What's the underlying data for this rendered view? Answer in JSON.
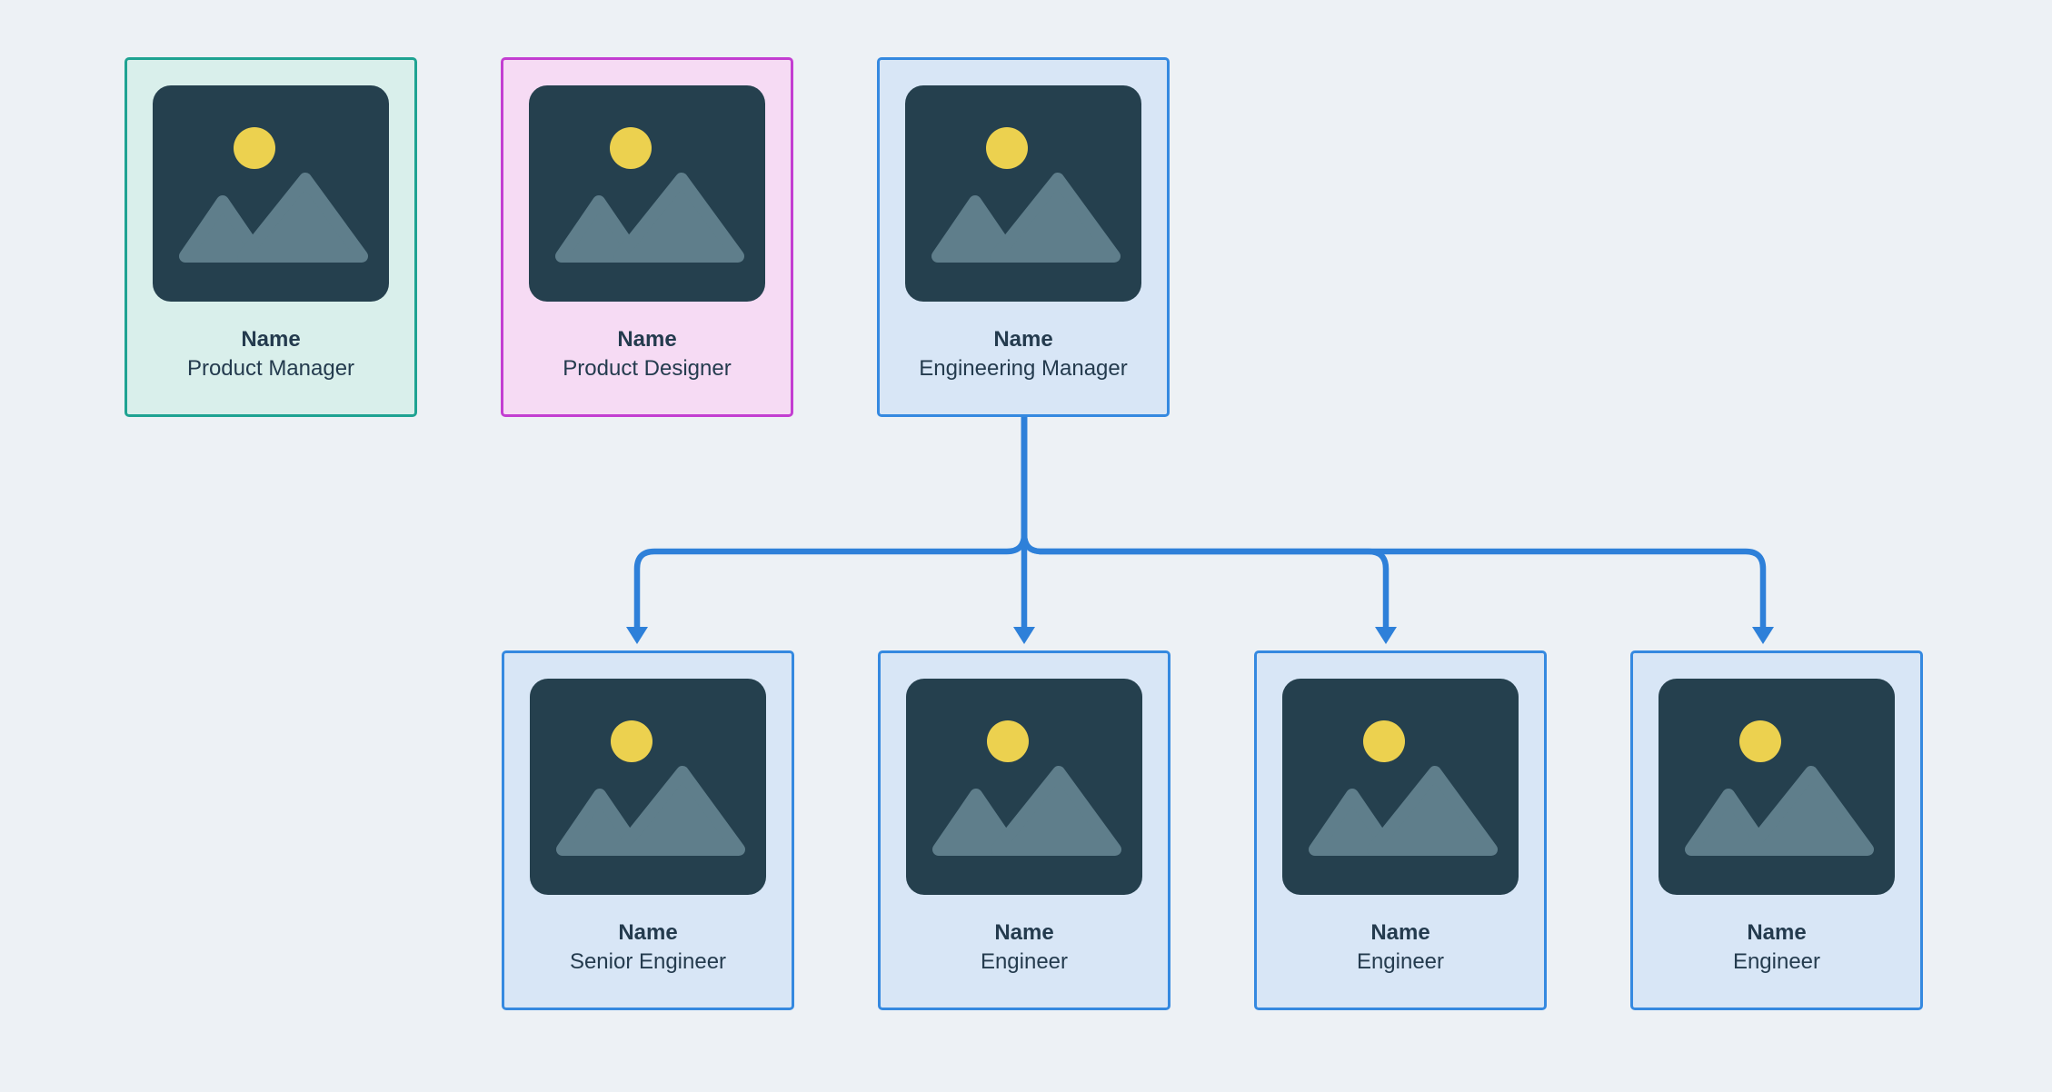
{
  "diagram": {
    "type": "org-chart",
    "background_color": "#edf1f5",
    "connector_color": "#2e80d9",
    "text_color": "#243b4e",
    "image_placeholder": {
      "icon": "image-placeholder-icon",
      "background": "#25404e",
      "sun_color": "#ecd14f",
      "mountain_color": "#5f7e8b"
    },
    "cards": [
      {
        "id": "product-manager",
        "name": "Name",
        "role": "Product Manager",
        "accent": "#1fa392",
        "fill": "#d9efeb"
      },
      {
        "id": "product-designer",
        "name": "Name",
        "role": "Product Designer",
        "accent": "#c33ed1",
        "fill": "#f6dbf4"
      },
      {
        "id": "engineering-manager",
        "name": "Name",
        "role": "Engineering Manager",
        "accent": "#3589e0",
        "fill": "#d8e6f6"
      },
      {
        "id": "senior-engineer",
        "name": "Name",
        "role": "Senior Engineer",
        "accent": "#3589e0",
        "fill": "#d8e6f6"
      },
      {
        "id": "engineer-1",
        "name": "Name",
        "role": "Engineer",
        "accent": "#3589e0",
        "fill": "#d8e6f6"
      },
      {
        "id": "engineer-2",
        "name": "Name",
        "role": "Engineer",
        "accent": "#3589e0",
        "fill": "#d8e6f6"
      },
      {
        "id": "engineer-3",
        "name": "Name",
        "role": "Engineer",
        "accent": "#3589e0",
        "fill": "#d8e6f6"
      }
    ],
    "edges": [
      {
        "from": "engineering-manager",
        "to": "senior-engineer"
      },
      {
        "from": "engineering-manager",
        "to": "engineer-1"
      },
      {
        "from": "engineering-manager",
        "to": "engineer-2"
      },
      {
        "from": "engineering-manager",
        "to": "engineer-3"
      }
    ]
  }
}
